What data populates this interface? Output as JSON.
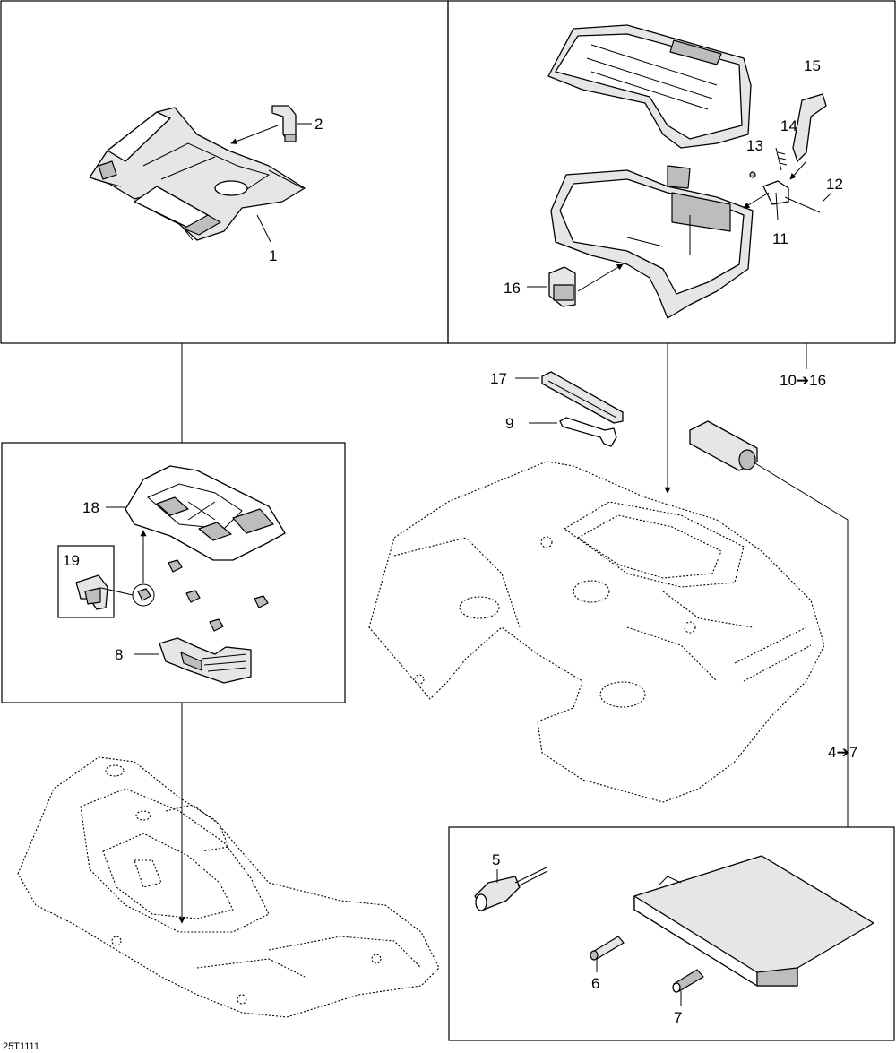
{
  "diagram_code": "25T1111",
  "callouts": {
    "c1": "1",
    "c2": "2",
    "c5": "5",
    "c6": "6",
    "c7": "7",
    "c8": "8",
    "c9": "9",
    "c11": "11",
    "c12": "12",
    "c13": "13",
    "c14": "14",
    "c15": "15",
    "c16": "16",
    "c17": "17",
    "c18": "18",
    "c19": "19"
  },
  "ranges": {
    "r10_16": "10➔16",
    "r4_7": "4➔7"
  }
}
